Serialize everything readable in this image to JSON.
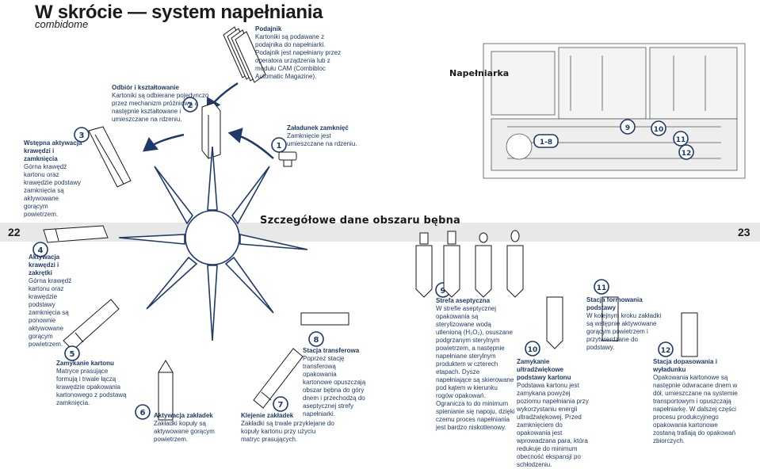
{
  "header": {
    "title": "W skrócie — system napełniania",
    "subtitle": "combidome",
    "page_left": "22",
    "page_right": "23"
  },
  "machine": {
    "label": "Napełniarka"
  },
  "section": {
    "title": "Szczegółowe dane obszaru bębna"
  },
  "steps": {
    "podajnik": {
      "title": "Podajnik",
      "body": "Kartoniki są podawane z podajnika do napełniarki. Podajnik jest napełniany przez operatora urządzenia lub z modułu CAM (Combibloc Automatic Magazine)."
    },
    "s2": {
      "num": "2",
      "title": "Odbiór i kształtowanie",
      "body": "Kartoniki są odbierane pojedynczo przez mechanizm próżniowy, a następnie kształtowane i umieszczane na rdzeniu."
    },
    "s1": {
      "num": "1",
      "title": "Załadunek zamknięć",
      "body": "Zamknięcie jest umieszczane na rdzeniu."
    },
    "s3": {
      "num": "3",
      "title": "Wstępna aktywacja krawędzi i zamknięcia",
      "body": "Górna krawędź kartonu oraz krawędzie podstawy zamknięcia są aktywowane gorącym powietrzem."
    },
    "s4": {
      "num": "4",
      "title": "Aktywacja krawędzi i zakrętki",
      "body": "Górna krawędź kartonu oraz krawędzie podstawy zamknięcia są ponownie aktywowane gorącym powietrzem."
    },
    "s5": {
      "num": "5",
      "title": "Zamykanie kartonu",
      "body": "Matryce prasujące formują i trwale łączą krawędzie opakowania kartonowego z podstawą zamknięcia."
    },
    "s6": {
      "num": "6",
      "title": "Aktywacja zakładek",
      "body": "Zakładki kopuły są aktywowane gorącym powietrzem."
    },
    "s7": {
      "num": "7",
      "title": "Klejenie zakładek",
      "body": "Zakładki są trwale przyklejane do kopuły kartonu przy użyciu matryc prasujących."
    },
    "s8": {
      "num": "8",
      "title": "Stacja transferowa",
      "body": "Poprzez stację transferową opakowania kartonowe opuszczają obszar bębna do góry dnem i przechodzą do aseptycznej strefy napełniarki."
    },
    "s9": {
      "num": "9",
      "title": "Strefa aseptyczna",
      "body": "W strefie aseptycznej opakowania są sterylizowane wodą utlenioną (H₂O₂), osuszane podgrzanym sterylnym powietrzem, a następnie napełniane sterylnym produktem w czterech etapach. Dysze napełniające są skierowane pod kątem w kierunku rogów opakowań. Ogranicza to do minimum spienianie się napoju, dzięki czemu proces napełniania jest bardzo niskotlenowy."
    },
    "s10": {
      "num": "10",
      "title": "Zamykanie ultradźwiękowe podstawy kartonu",
      "body": "Podstawa kartonu jest zamykana powyżej poziomu napełniania przy wykorzystaniu energii ultradźwiękowej. Przed zamknięciem do opakowania jest wprowadzana para, która redukuje do minimum obecność ekspansji po schłodzeniu."
    },
    "s11": {
      "num": "11",
      "title": "Stacja formowania podstawy",
      "body": "W kolejnym kroku zakładki są wstępnie aktywowane gorącym powietrzem i przytwierdzane do podstawy."
    },
    "s12": {
      "num": "12",
      "title": "Stacja dopasowania i wyładunku",
      "body": "Opakowania kartonowe są następnie odwracane dnem w dół, umieszczane na systemie transportowym i opuszczają napełniarkę. W dalszej części procesu produkcyjnego opakowania kartonowe zostaną trafiają do opakowań zbiorczych."
    }
  },
  "machine_markers": {
    "m18": "1-8",
    "m9": "9",
    "m10": "10",
    "m11": "11",
    "m12": "12"
  },
  "colors": {
    "navy": "#1d3a6b",
    "ink": "#1a1a1a",
    "band": "#e8e8e8"
  }
}
